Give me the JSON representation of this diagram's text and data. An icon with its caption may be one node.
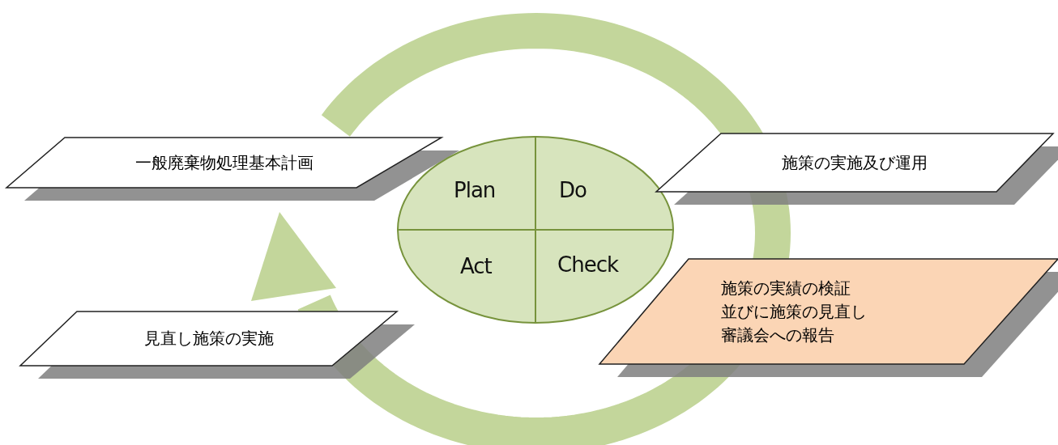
{
  "diagram": {
    "nodes": [
      {
        "text": [
          "一般廃棄物処理基本計画"
        ]
      },
      {
        "text": [],
        "shape": "circle"
      },
      {
        "text": [
          "Plan"
        ],
        "in": 1
      },
      {
        "text": [
          "Do"
        ],
        "in": 1
      },
      {
        "text": [
          "Act"
        ],
        "in": 1
      },
      {
        "text": [
          "Check"
        ],
        "in": 1
      },
      {
        "text": [
          "施策の実施及び運用"
        ]
      },
      {
        "text": [
          "施策の実績の検証",
          "並びに施策の見直し",
          "審議会への報告"
        ]
      },
      {
        "text": [
          "見直し施策の実施"
        ]
      }
    ]
  }
}
